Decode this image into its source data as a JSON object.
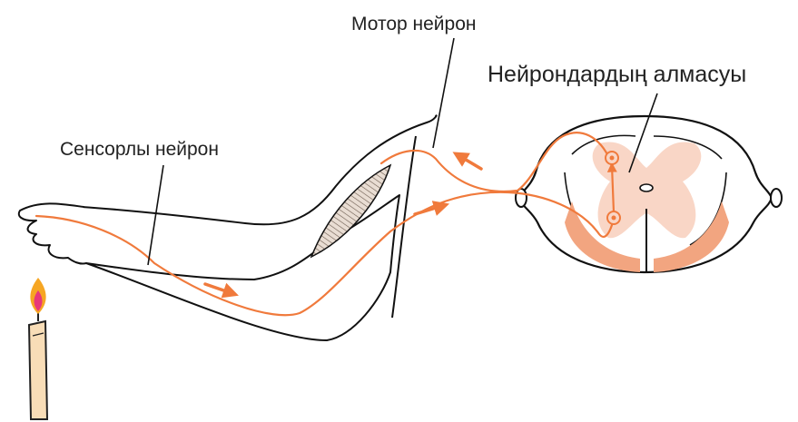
{
  "labels": {
    "motor_neuron": "Мотор нейрон",
    "synapse": "Нейрондардың алмасуы",
    "sensory_neuron": "Сенсорлы нейрон"
  },
  "colors": {
    "nerve": "#f07a3c",
    "grey_matter": "#f9d6c6",
    "root_fill": "#f2a580",
    "outline": "#111111",
    "flame_outer": "#f6a623",
    "flame_inner": "#e8387a",
    "candle_body": "#f8ddb7",
    "candle_stroke": "#222222"
  },
  "icons": [
    "candle-icon",
    "flame-icon",
    "arm-drawing",
    "spinal-cord-cross-section",
    "muscle-icon"
  ]
}
